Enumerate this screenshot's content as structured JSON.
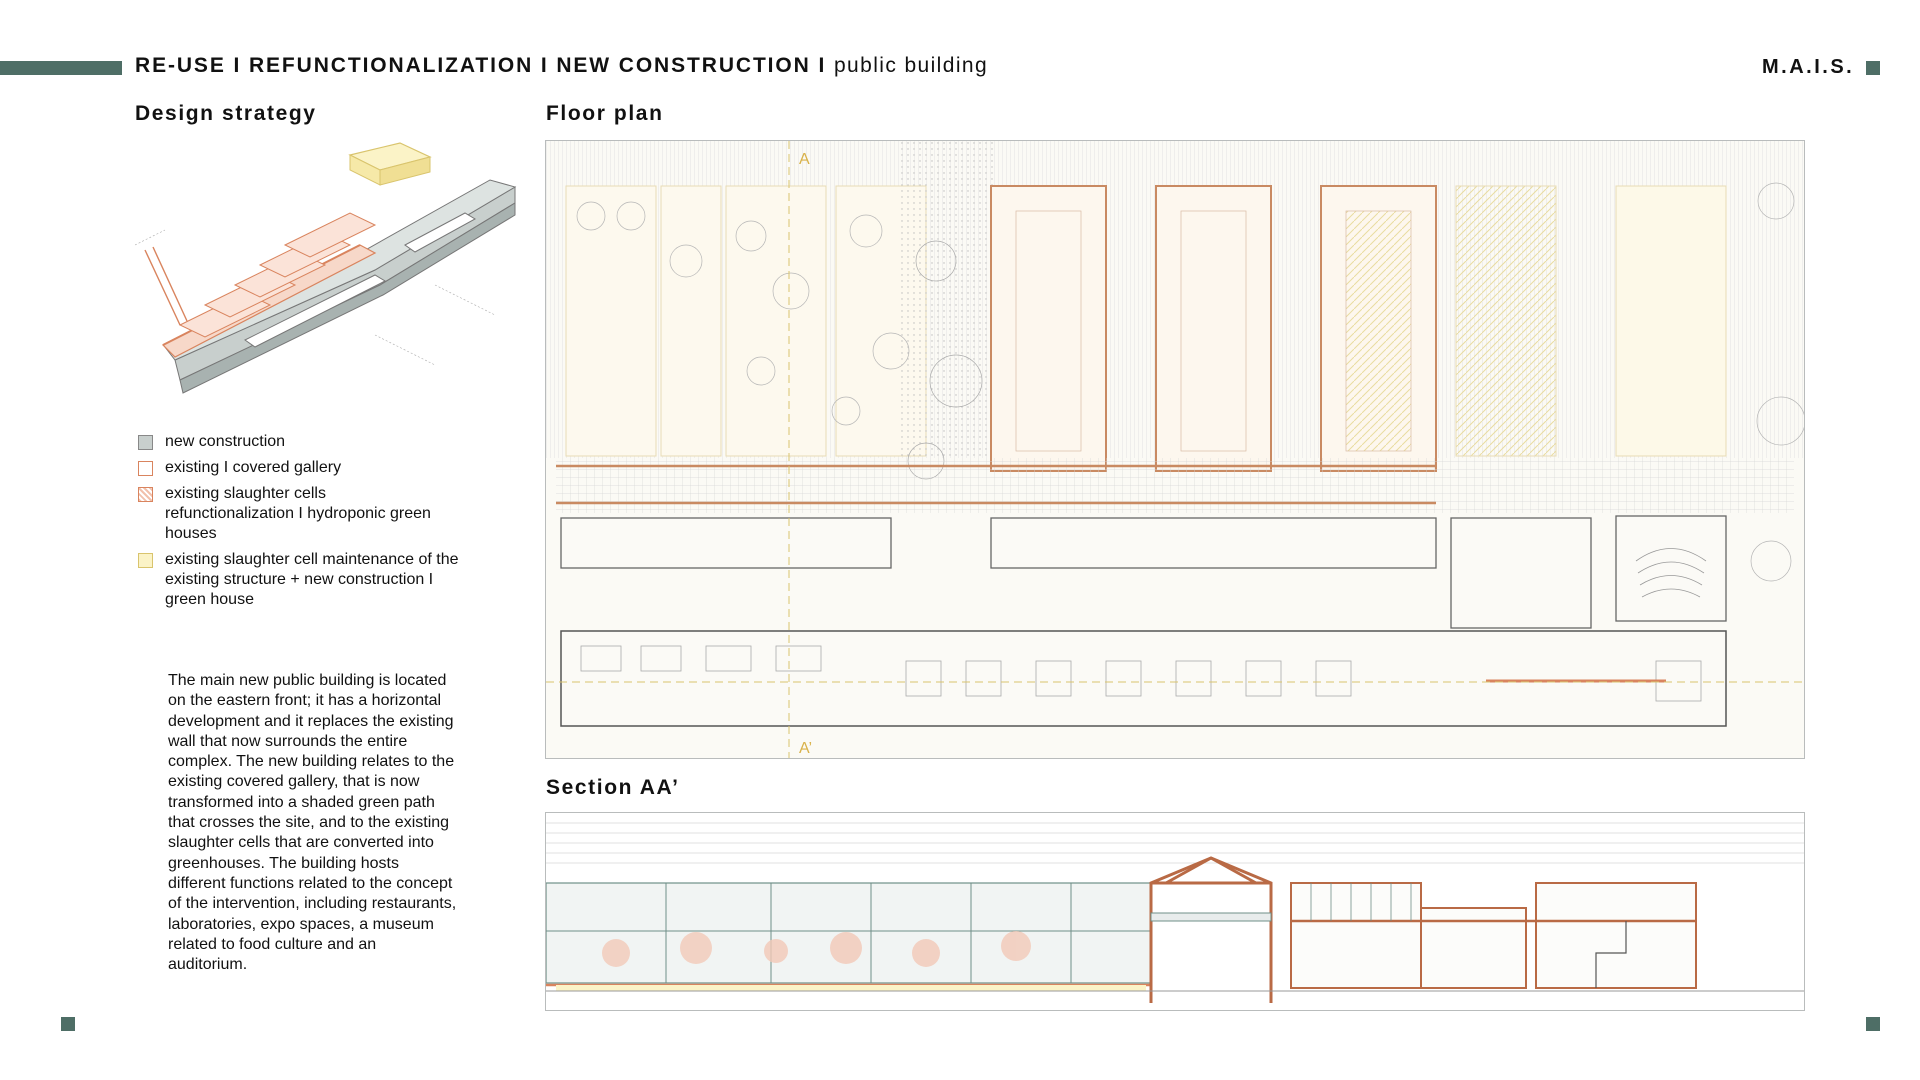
{
  "header": {
    "title_main": "RE-USE I REFUNCTIONALIZATION I NEW CONSTRUCTION I",
    "title_sub": "public building",
    "brand": "M.A.I.S."
  },
  "sections": {
    "design_strategy": "Design strategy",
    "floor_plan": "Floor plan",
    "section": "Section AA’"
  },
  "legend": [
    {
      "label": "new construction",
      "color": "#c8cfcd"
    },
    {
      "label": "existing I covered gallery",
      "color": "#d9845e"
    },
    {
      "label": "existing slaughter cells refunctionalization I hydroponic green houses",
      "color": "#f2c1ac"
    },
    {
      "label": "existing slaughter cell maintenance of the existing structure + new construction I green house",
      "color": "#fbf3c7"
    }
  ],
  "description": "The main new public building is located on the eastern front; it has a horizontal development and it replaces the existing wall that now surrounds the entire complex. The new building relates to the existing covered gallery, that is now transformed into a shaded green path that crosses the site, and to the existing slaughter cells that are converted into greenhouses. The building hosts different functions related to the concept of the intervention, including restaurants, laboratories, expo spaces, a museum related to food culture and an auditorium.",
  "plan_labels": {
    "section_mark_top": "A",
    "section_mark_bottom": "A’"
  },
  "colors": {
    "accent": "#4e6e66",
    "existing": "#d9845e",
    "greenhouse": "#e8d27a",
    "new_construction": "#c8cfcd"
  }
}
